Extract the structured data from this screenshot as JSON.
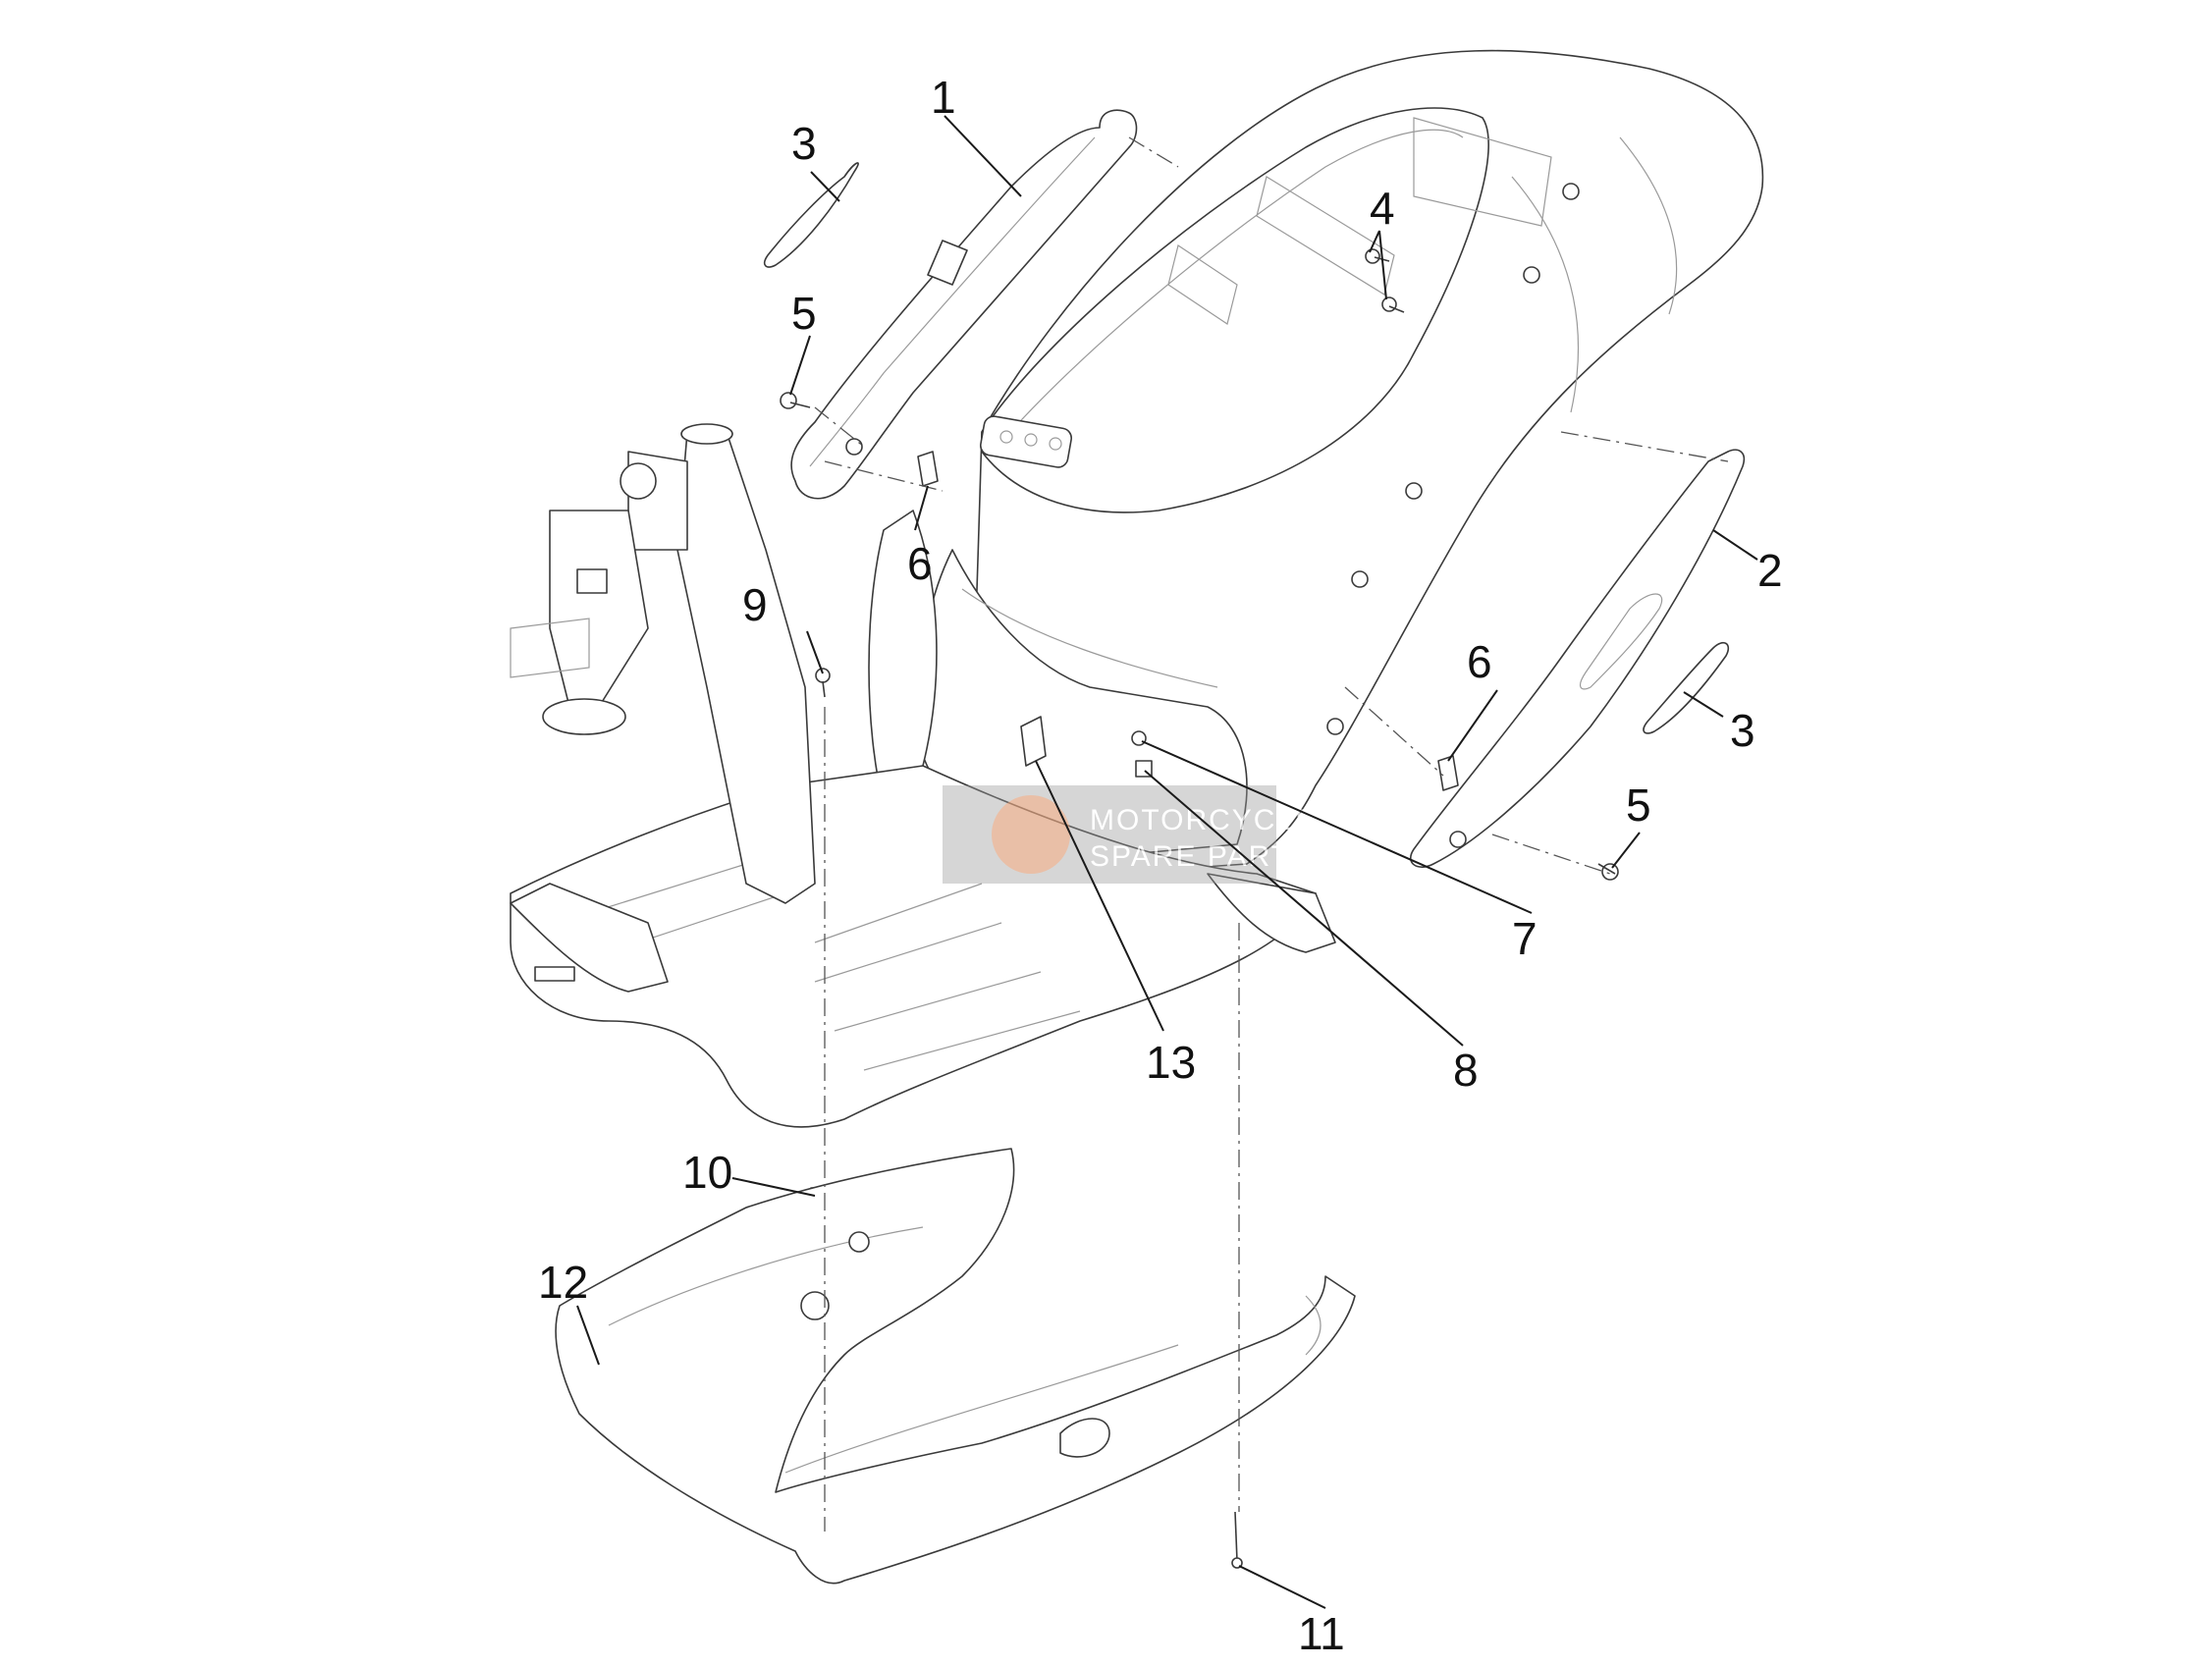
{
  "callouts": [
    {
      "id": "1",
      "label": "1"
    },
    {
      "id": "2",
      "label": "2"
    },
    {
      "id": "3a",
      "label": "3"
    },
    {
      "id": "3b",
      "label": "3"
    },
    {
      "id": "4",
      "label": "4"
    },
    {
      "id": "5a",
      "label": "5"
    },
    {
      "id": "5b",
      "label": "5"
    },
    {
      "id": "6a",
      "label": "6"
    },
    {
      "id": "6b",
      "label": "6"
    },
    {
      "id": "7",
      "label": "7"
    },
    {
      "id": "8",
      "label": "8"
    },
    {
      "id": "9",
      "label": "9"
    },
    {
      "id": "10",
      "label": "10"
    },
    {
      "id": "11",
      "label": "11"
    },
    {
      "id": "12",
      "label": "12"
    },
    {
      "id": "13",
      "label": "13"
    }
  ],
  "watermark": {
    "line1": "MOTORCYCLE",
    "line2": "SPARE PARTS",
    "logo_color": "#e8a27a",
    "band_color": "#9a9a9a"
  },
  "colors": {
    "line": "#3a3a3a",
    "text": "#111111",
    "background": "#ffffff"
  }
}
